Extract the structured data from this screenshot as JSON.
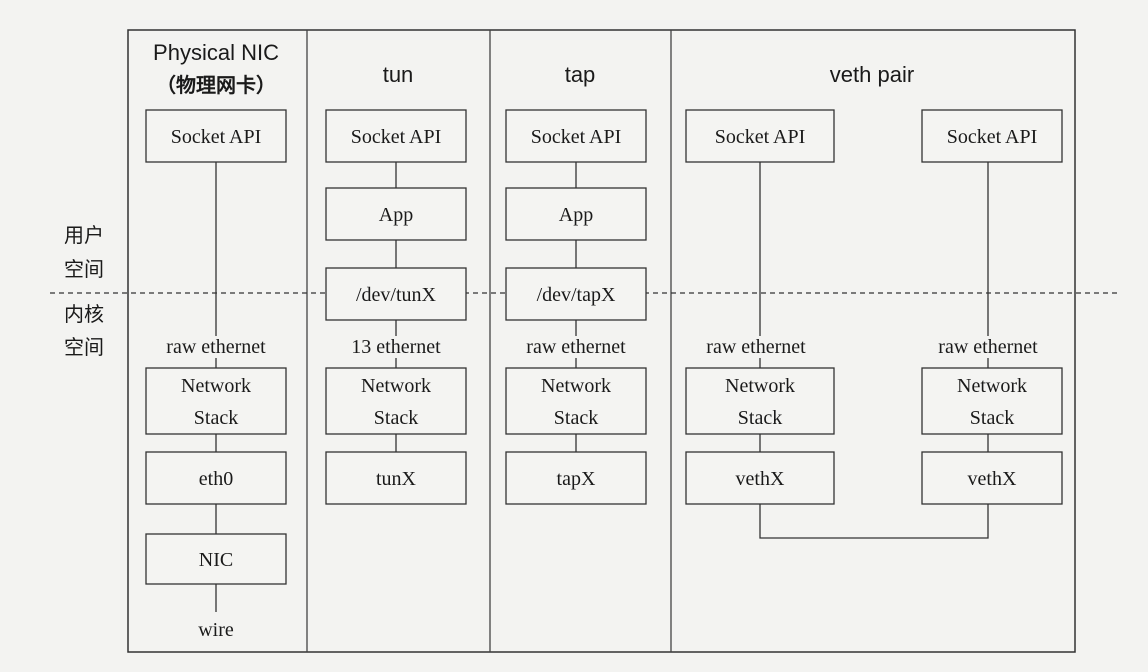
{
  "columns": {
    "physical": {
      "title": "Physical NIC",
      "subtitle": "（物理网卡）"
    },
    "tun": {
      "title": "tun"
    },
    "tap": {
      "title": "tap"
    },
    "veth": {
      "title": "veth pair"
    }
  },
  "side_labels": {
    "user_space": [
      "用户",
      "空间"
    ],
    "kernel_space": [
      "内核",
      "空间"
    ]
  },
  "boxes": {
    "socket_api": "Socket API",
    "app": "App",
    "dev_tun": "/dev/tunX",
    "dev_tap": "/dev/tapX",
    "network_stack": [
      "Network",
      "Stack"
    ],
    "eth0": "eth0",
    "nic": "NIC",
    "tun_x": "tunX",
    "tap_x": "tapX",
    "veth_x": "vethX"
  },
  "link_labels": {
    "raw_ethernet": "raw ethernet",
    "l3_ethernet": "13 ethernet",
    "wire": "wire"
  }
}
